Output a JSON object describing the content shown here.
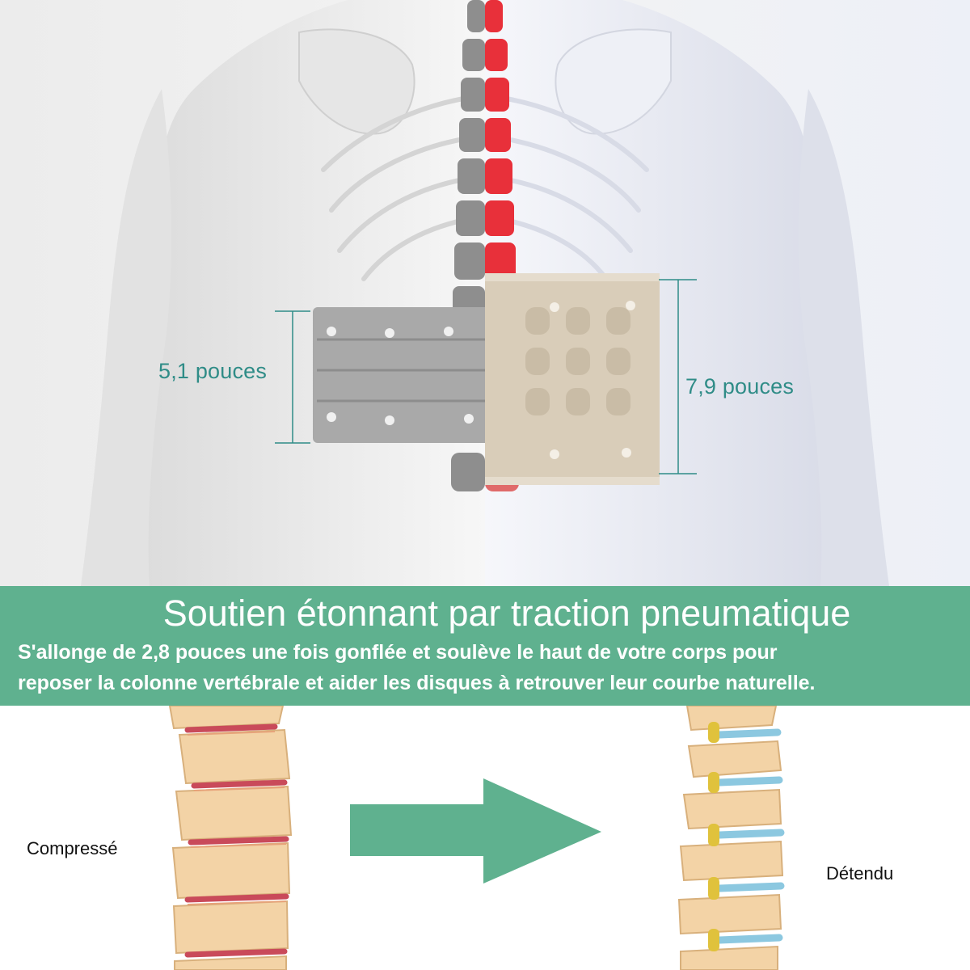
{
  "measurements": {
    "before": "5,1 pouces",
    "after": "7,9 pouces"
  },
  "banner": {
    "title": "Soutien étonnant par traction pneumatique",
    "line1": "S'allonge de 2,8 pouces une fois gonflée et soulève le haut de votre corps pour",
    "line2": "reposer la colonne vertébrale et aider les disques à retrouver leur courbe naturelle."
  },
  "states": {
    "compressed": "Compressé",
    "relaxed": "Détendu"
  },
  "colors": {
    "banner": "#5fb18f",
    "measure_text": "#2f8c87",
    "highlight_spine": "#e8303a",
    "disc_inflamed": "#c94a5a",
    "disc_healthy": "#8cc8e0",
    "vertebra": "#f3d3a6"
  }
}
